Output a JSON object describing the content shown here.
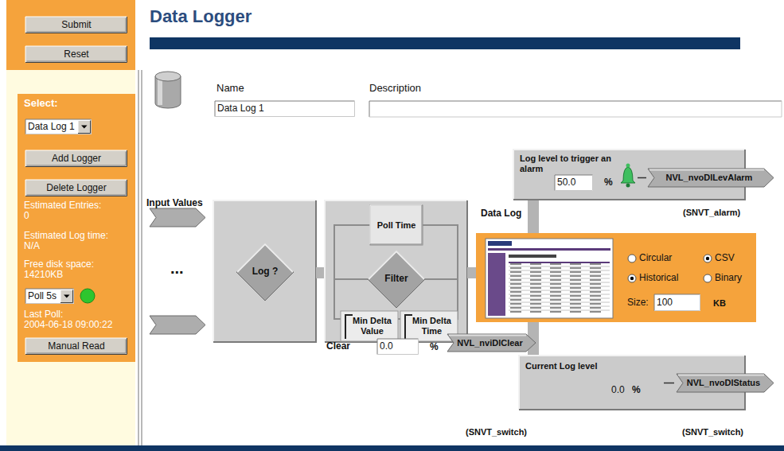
{
  "diagram": {
    "title": "Data Logger",
    "nodes": [
      {
        "text": [
          "Submit"
        ]
      },
      {
        "text": [
          "Reset"
        ]
      },
      {
        "text": [
          "Data Log 1"
        ]
      },
      {
        "text": [
          "Add Logger"
        ]
      },
      {
        "text": [
          "Delete Logger"
        ]
      },
      {
        "text": [
          "Poll 5s"
        ]
      },
      {
        "text": [
          "Manual Read"
        ]
      },
      {
        "text": [
          "Data Log 1"
        ]
      },
      {
        "text": [
          "Log ?"
        ]
      },
      {
        "text": [
          "Poll Time"
        ]
      },
      {
        "text": [
          "Filter"
        ]
      },
      {
        "text": [
          "Min Delta Value"
        ]
      },
      {
        "text": [
          "Min Delta Time"
        ]
      },
      {
        "text": [
          "Log level to trigger an alarm",
          "%"
        ]
      },
      {
        "text": [
          "50.0"
        ],
        "in": 13
      },
      {
        "text": [
          "NVL_nvoDlLevAlarm"
        ],
        "in": 13
      },
      {
        "text": [
          "Circular",
          "CSV",
          "Historical",
          "Binary",
          "Size:",
          "KB"
        ]
      },
      {
        "text": [
          "100"
        ],
        "in": 16
      },
      {
        "text": [
          "Current Log level",
          "0.0",
          "%"
        ]
      },
      {
        "text": [
          "NVL_nvoDlStatus"
        ],
        "in": 18
      },
      {
        "text": [
          "0.0"
        ]
      },
      {
        "text": [
          "NVL_nviDlClear"
        ]
      }
    ],
    "edges": [
      {
        "from": 16,
        "to": 13,
        "arrow": "none"
      },
      {
        "from": 16,
        "to": 18,
        "arrow": "none"
      }
    ],
    "labels": [
      "Select:",
      "Estimated Entries:",
      "0",
      "Estimated Log time:",
      "N/A",
      "Free disk space:",
      "14210KB",
      "Last Poll:",
      "2004-06-18 09:00:22",
      "Name",
      "Description",
      "Input Values",
      "...",
      "Data Log",
      "(SNVT_alarm)",
      "Clear",
      "%",
      "(SNVT_switch)",
      "(SNVT_switch)"
    ]
  }
}
